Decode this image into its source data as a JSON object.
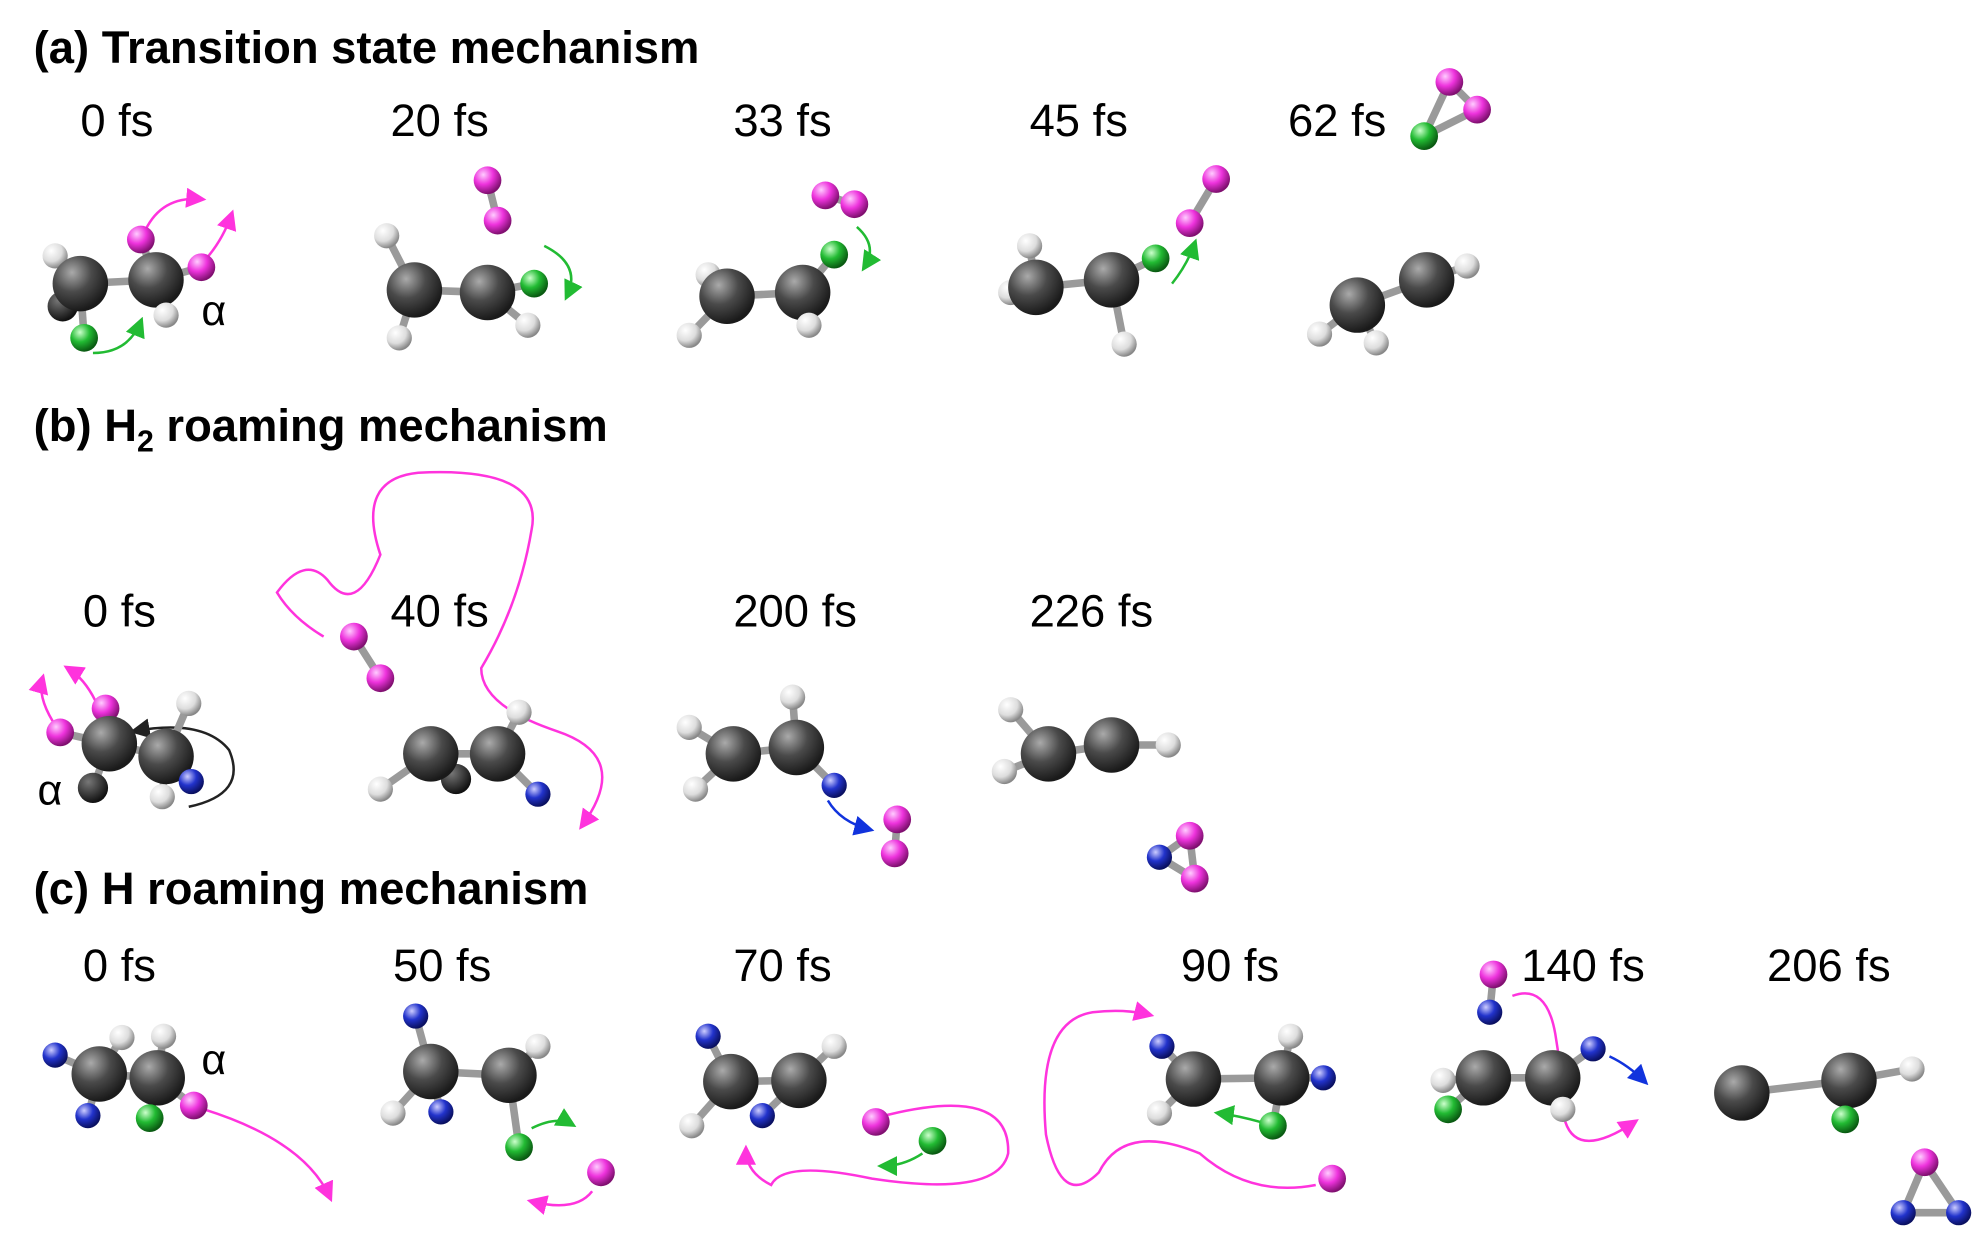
{
  "panels": [
    {
      "title": "(a) Transition state mechanism",
      "times": [
        "0 fs",
        "20 fs",
        "33 fs",
        "45 fs",
        "62 fs"
      ]
    },
    {
      "title_prefix": "(b) H",
      "title_sub": "2",
      "title_suffix": " roaming mechanism",
      "times": [
        "0 fs",
        "40 fs",
        "200 fs",
        "226 fs"
      ]
    },
    {
      "title": "(c) H roaming mechanism",
      "times": [
        "0 fs",
        "50 fs",
        "70 fs",
        "90 fs",
        "140 fs",
        "206 fs"
      ]
    }
  ],
  "alpha_label": "α",
  "colors": {
    "carbon": "#4a4a4a",
    "hydrogen": "#e8e8e8",
    "chlorine": "#22bb33",
    "tagged_h": "#ee33dd",
    "deuterium": "#2233cc",
    "path_magenta": "#ff33dd",
    "arrow_green": "#22bb33",
    "arrow_blue": "#1133dd"
  }
}
